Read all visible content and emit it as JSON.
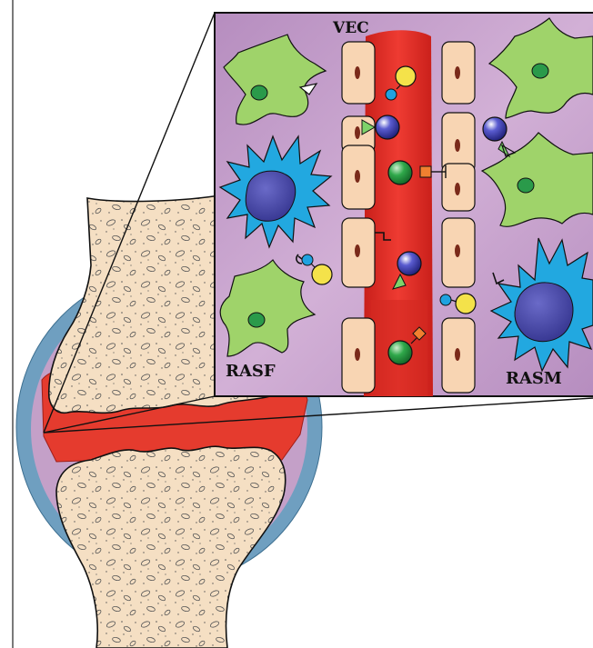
{
  "labels": {
    "top": "VEC",
    "bottom_left": "RASF",
    "bottom_right": "RASM"
  },
  "colors": {
    "inset_bg": "#c9a3cd",
    "vessel": "#e0322a",
    "endothelial_cell": "#f8d5b3",
    "endothelial_nucleus": "#7a2a1a",
    "fibroblast": "#9fd36a",
    "fibroblast_nucleus": "#2a9a4a",
    "macrophage": "#22a8e0",
    "macrophage_nucleus": "#4a4aa8",
    "bone": "#f5dfc3",
    "synovium": "#c4a0c8",
    "capsule": "#6f9fc0",
    "inflamed_synovium": "#e53b2e",
    "ligand_yellow": "#f4e24a",
    "ligand_blue": "#1fa2e0",
    "receptor_navy": "#2b2d9a",
    "receptor_green": "#1f8f3a",
    "receptor_orange": "#f08030"
  },
  "icons": [
    "joint-illustration",
    "fibroblast-cell",
    "macrophage-cell",
    "endothelial-cell",
    "blood-vessel",
    "receptor-ligand"
  ]
}
